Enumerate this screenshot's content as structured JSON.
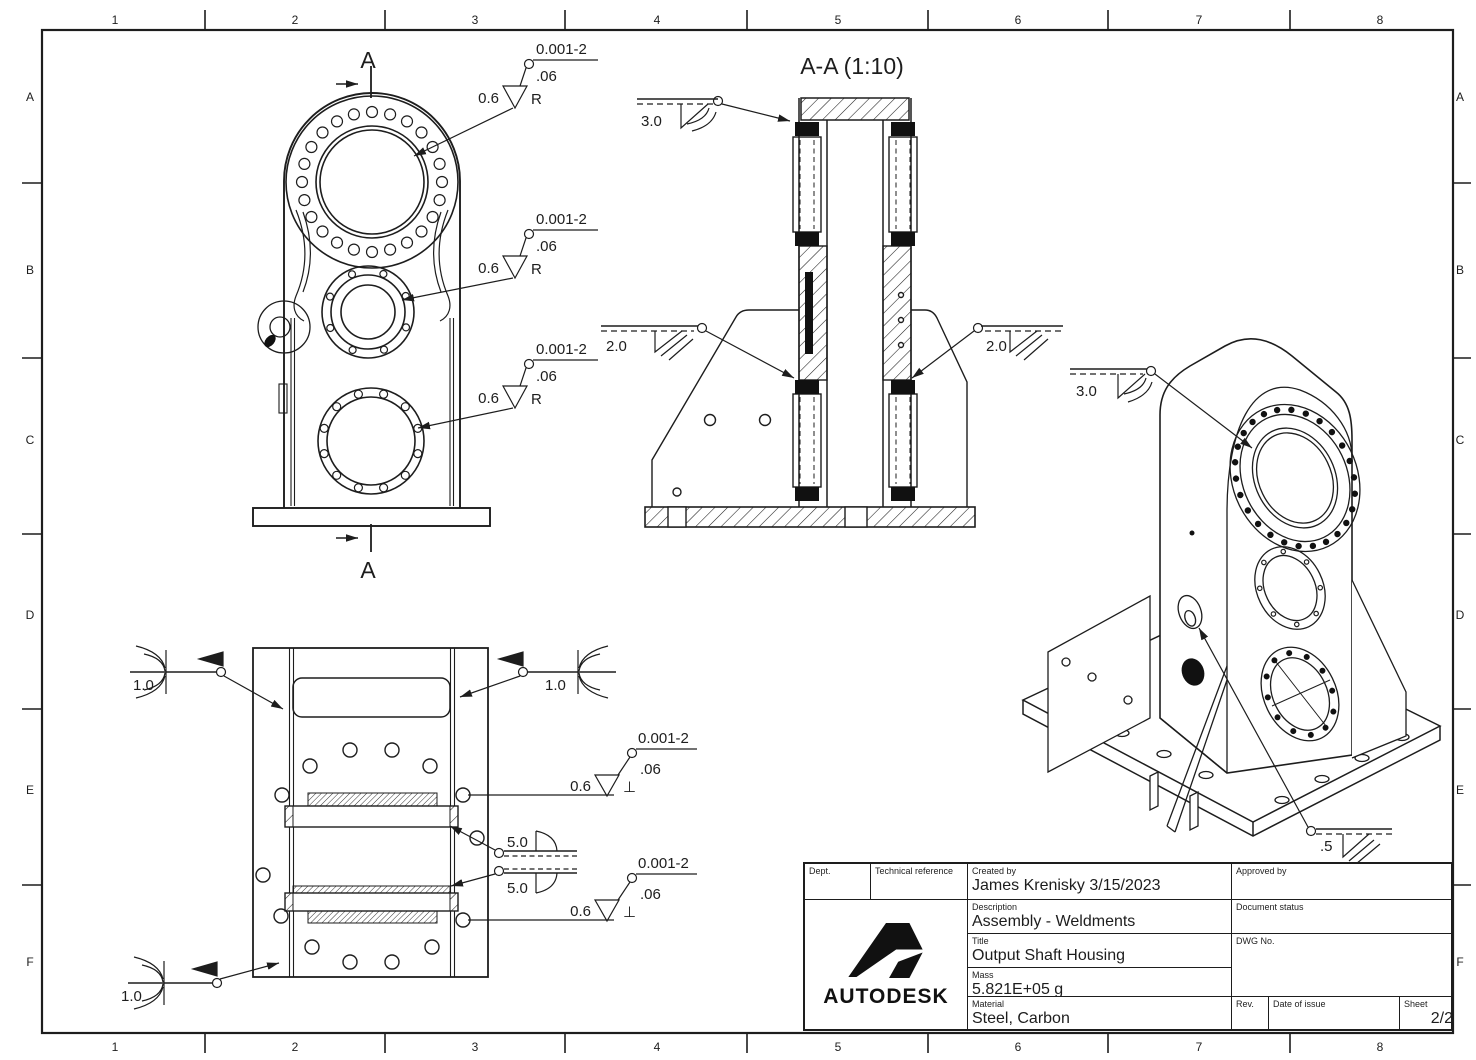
{
  "zones": {
    "cols": [
      "1",
      "2",
      "3",
      "4",
      "5",
      "6",
      "7",
      "8"
    ],
    "rows": [
      "A",
      "B",
      "C",
      "D",
      "E",
      "F"
    ]
  },
  "front_view": {
    "section_label_top": "A",
    "section_label_bottom": "A",
    "callouts": [
      {
        "waviness": "0.001-2",
        "cutoff": ".06",
        "roughness": "0.6",
        "lay": "R"
      },
      {
        "waviness": "0.001-2",
        "cutoff": ".06",
        "roughness": "0.6",
        "lay": "R"
      },
      {
        "waviness": "0.001-2",
        "cutoff": ".06",
        "roughness": "0.6",
        "lay": "R"
      }
    ]
  },
  "section_view": {
    "title": "A-A (1:10)",
    "weld_top": "3.0",
    "weld_left": "2.0",
    "weld_right": "2.0"
  },
  "bottom_view": {
    "weld_top_left": "1.0",
    "weld_top_right": "1.0",
    "weld_bottom_left": "1.0",
    "weld_seam_upper": "5.0",
    "weld_seam_lower": "5.0",
    "callouts": [
      {
        "waviness": "0.001-2",
        "cutoff": ".06",
        "roughness": "0.6",
        "lay": "⊥"
      },
      {
        "waviness": "0.001-2",
        "cutoff": ".06",
        "roughness": "0.6",
        "lay": "⊥"
      }
    ]
  },
  "iso_view": {
    "weld_ring": "3.0",
    "weld_plug": ".5"
  },
  "title_block": {
    "dept_label": "Dept.",
    "tech_ref_label": "Technical reference",
    "created_label": "Created by",
    "created_value": "James Krenisky  3/15/2023",
    "approved_label": "Approved by",
    "description_label": "Description",
    "description_value": "Assembly - Weldments",
    "doc_status_label": "Document status",
    "title_label": "Title",
    "title_value": "Output Shaft Housing",
    "dwg_label": "DWG No.",
    "mass_label": "Mass",
    "mass_value": "5.821E+05 g",
    "material_label": "Material",
    "material_value": "Steel, Carbon",
    "rev_label": "Rev.",
    "date_label": "Date of issue",
    "sheet_label": "Sheet",
    "sheet_value": "2/2",
    "brand": "AUTODESK"
  }
}
